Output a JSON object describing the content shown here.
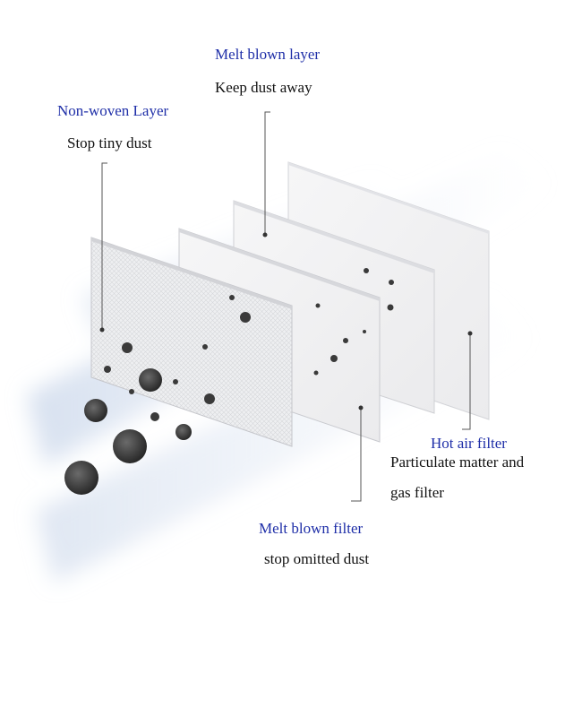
{
  "colors": {
    "title_text": "#1f2fa8",
    "body_text": "#111111",
    "leader_line": "#555555",
    "particle": "#3a3a3a",
    "glow": "#c9d6ea"
  },
  "labels": {
    "melt_blown_layer": {
      "title": "Melt blown layer",
      "desc": "Keep dust away"
    },
    "non_woven_layer": {
      "title": "Non-woven Layer",
      "desc": "Stop tiny dust"
    },
    "hot_air_filter": {
      "title": "Hot air filter",
      "desc_line1": "Particulate matter and",
      "desc_line2": "gas filter"
    },
    "melt_blown_filter": {
      "title": "Melt blown filter",
      "desc": "stop omitted dust"
    }
  },
  "layers": [
    {
      "name": "non-woven-layer",
      "texture": "mesh"
    },
    {
      "name": "melt-blown-filter",
      "texture": "plain"
    },
    {
      "name": "melt-blown-layer",
      "texture": "plain"
    },
    {
      "name": "hot-air-filter",
      "texture": "plain"
    }
  ],
  "particle_count": 22
}
